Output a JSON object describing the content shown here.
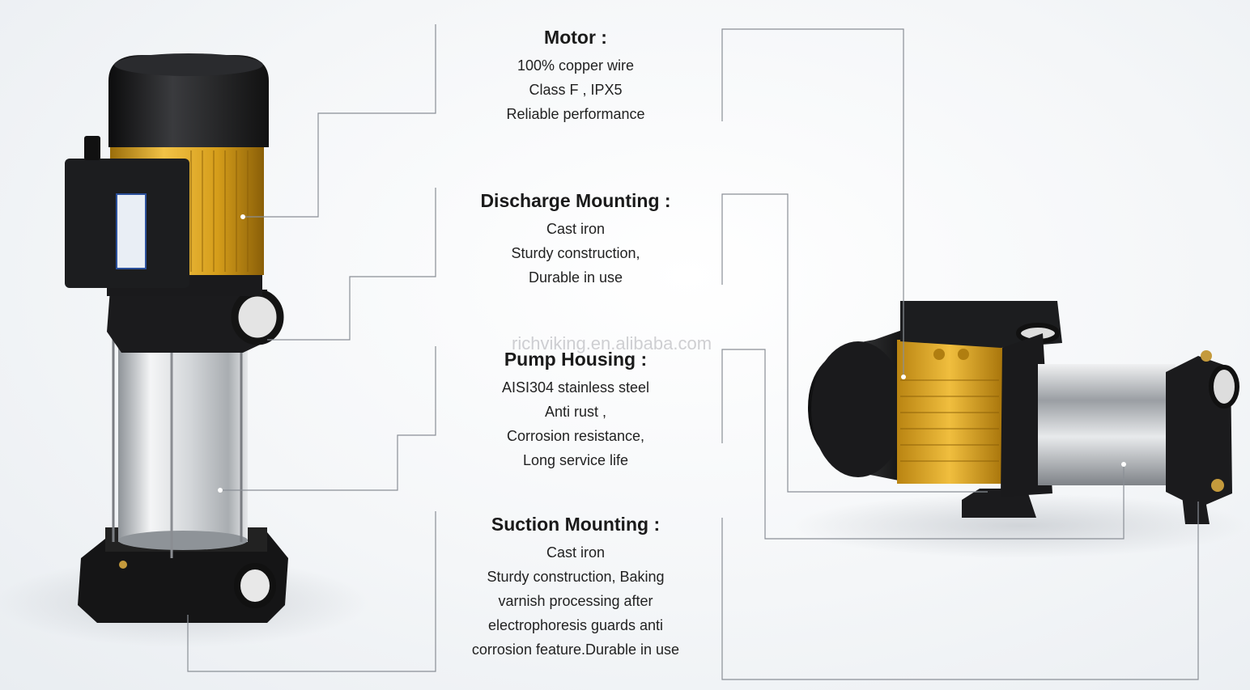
{
  "features": [
    {
      "id": "motor",
      "title": "Motor :",
      "lines": [
        "100%  copper wire",
        "Class F , IPX5",
        "Reliable performance"
      ]
    },
    {
      "id": "discharge",
      "title": "Discharge Mounting :",
      "lines": [
        "Cast iron",
        "Sturdy construction,",
        "Durable in use"
      ]
    },
    {
      "id": "housing",
      "title": "Pump Housing :",
      "lines": [
        "AISI304 stainless steel",
        "Anti rust ,",
        "Corrosion resistance,",
        "Long service life"
      ]
    },
    {
      "id": "suction",
      "title": "Suction Mounting :",
      "lines": [
        "Cast iron",
        "Sturdy construction, Baking",
        "varnish processing after",
        "electrophoresis guards anti",
        "corrosion feature.Durable in  use"
      ]
    }
  ],
  "watermark": "richviking.en.alibaba.com",
  "images": {
    "vertical_pump": "vertical-multistage-pump-image",
    "horizontal_pump": "horizontal-multistage-pump-image"
  },
  "colors": {
    "motor_fin": "#d9a21c",
    "cast_iron": "#1c1c1e",
    "steel": "#c9ccd0",
    "leader_line": "#8a8f96"
  }
}
